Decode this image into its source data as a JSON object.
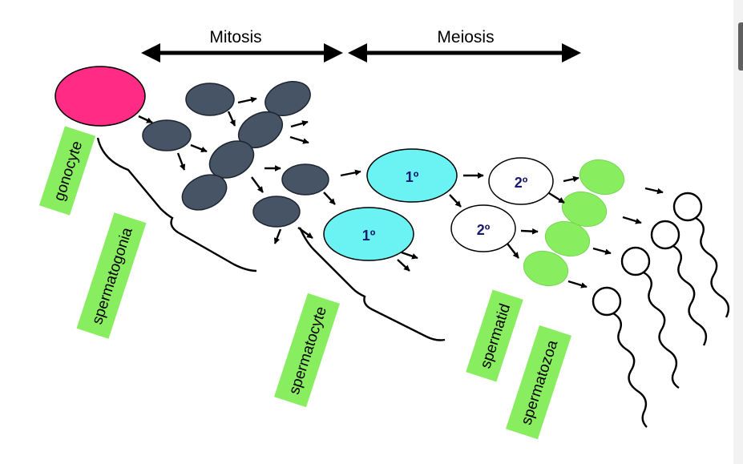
{
  "stages": {
    "mitosis": "Mitosis",
    "meiosis": "Meiosis"
  },
  "labels": {
    "gonocyte": "gonocyte",
    "spermatogonia": "spermatogonia",
    "spermatocyte": "spermatocyte",
    "spermatid": "spermatid",
    "spermatozoa": "spermatozoa"
  },
  "cell_markers": {
    "primary": "1º",
    "secondary": "2º"
  },
  "colors": {
    "gonocyte": "#ff2b84",
    "spermatogonia": "#465466",
    "primary_spermatocyte": "#6bf2f2",
    "secondary_spermatocyte": "#ffffff",
    "spermatid": "#88ee60",
    "label_box": "#88ee60",
    "marker_text": "#1a1a6e"
  }
}
